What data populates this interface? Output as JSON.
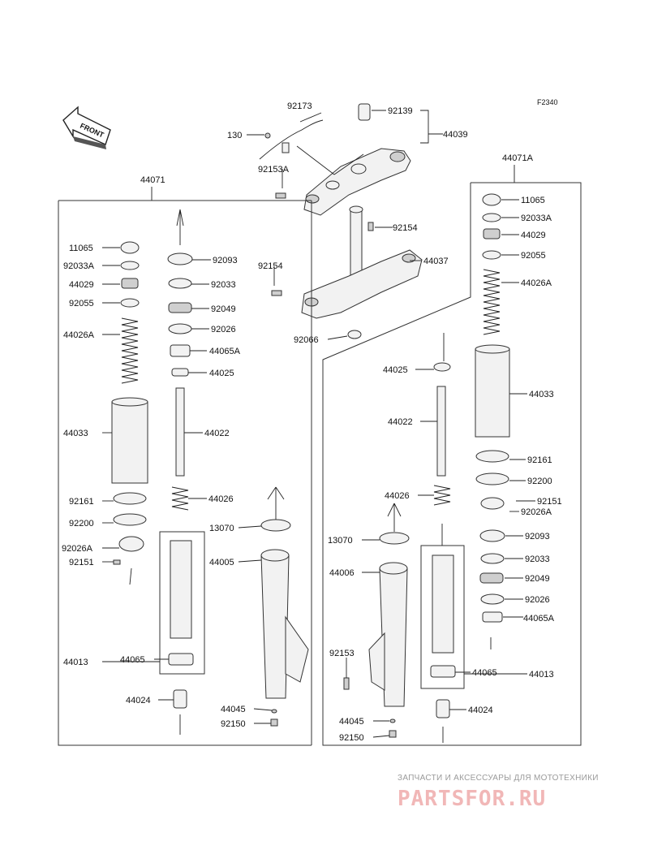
{
  "figure_code": "F2340",
  "front_label": "FRONT",
  "top_assembly": {
    "labels": [
      "92173",
      "92139",
      "130",
      "44039",
      "92153A",
      "92154",
      "92154",
      "44037",
      "92066"
    ]
  },
  "left_fork": {
    "assembly_no": "44071",
    "labels": [
      "11065",
      "92033A",
      "44029",
      "92055",
      "44026A",
      "44033",
      "92161",
      "92200",
      "92026A",
      "92151",
      "92093",
      "92033",
      "92049",
      "92026",
      "44065A",
      "44025",
      "44022",
      "44026",
      "13070",
      "44005",
      "44013",
      "44065",
      "44024",
      "44045",
      "92150"
    ]
  },
  "right_fork": {
    "assembly_no": "44071A",
    "labels": [
      "11065",
      "92033A",
      "44029",
      "92055",
      "44026A",
      "44025",
      "44033",
      "44022",
      "92161",
      "92200",
      "44026",
      "92151",
      "92026A",
      "13070",
      "92093",
      "44006",
      "92033",
      "92049",
      "92026",
      "44065A",
      "92153",
      "44065",
      "44013",
      "44024",
      "44045",
      "92150"
    ]
  },
  "watermark": {
    "tagline": "ЗАПЧАСТИ И АКСЕССУАРЫ ДЛЯ МОТОТЕХНИКИ",
    "logo": "PARTSFOR.RU"
  }
}
